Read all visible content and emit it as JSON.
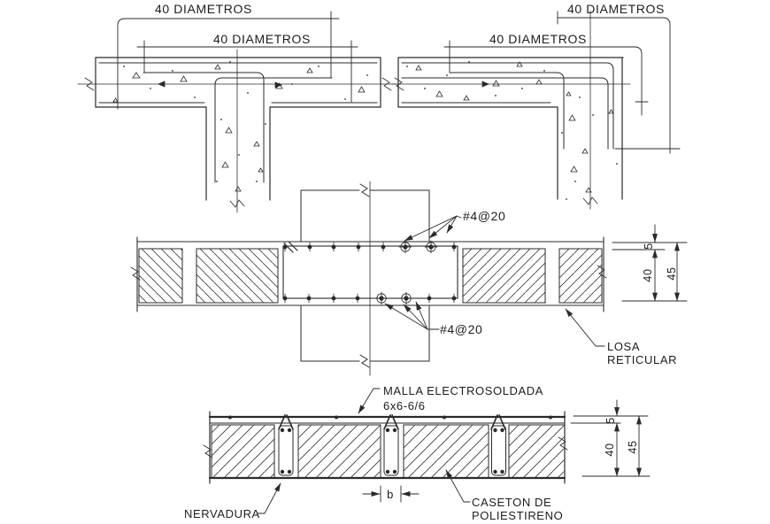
{
  "page": {
    "background": "#ffffff",
    "ink": "#2a2a2a"
  },
  "details": {
    "t_joint": {
      "dim_outer": "40 DIAMETROS",
      "dim_inner": "40 DIAMETROS"
    },
    "corner_joint": {
      "dim_outer": "40 DIAMETROS",
      "dim_inner": "40 DIAMETROS"
    },
    "waffle_section": {
      "top_bars_label": "#4@20",
      "bottom_bars_label": "#4@20",
      "slab_label": [
        "LOSA",
        "RETICULAR"
      ],
      "dim_topping": "5",
      "dim_rib_depth": "40",
      "dim_total_depth": "45"
    },
    "rib_section": {
      "mesh_label": [
        "MALLA ELECTROSOLDADA",
        "6x6-6/6"
      ],
      "rib_label": "NERVADURA",
      "block_label": [
        "CASETON DE",
        "POLIESTIRENO"
      ],
      "rib_width": "b",
      "dim_topping": "5",
      "dim_rib_depth": "40",
      "dim_total_depth": "45"
    }
  }
}
